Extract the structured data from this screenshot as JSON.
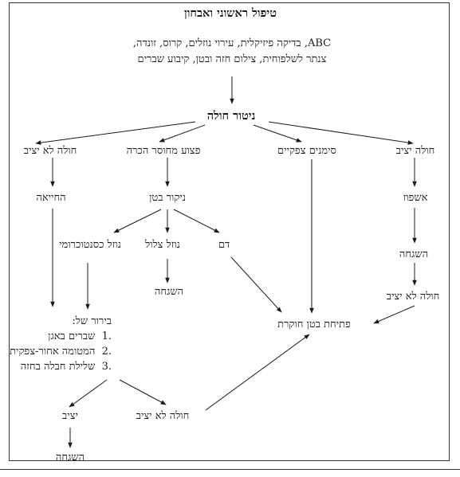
{
  "diagram": {
    "title": "טיפול ראשוני ואבחון",
    "intro_line1": "ABC, בדיקה פיזיקלית, עירוי נוזלים, קרוס, זונדה,",
    "intro_line2": "צנתר לשלפוחית, צילום חזה ובטן, קיבוע שברים",
    "monitoring": "ניטור חולה",
    "branch_unstable": "חולה לא יציב",
    "branch_blunt": "פצוע מחוסר הכרה",
    "branch_peritoneal": "סימנים צפקיים",
    "branch_stable": "חולה יציב",
    "resuscitation": "החייאה",
    "lavage": "ניקור בטן",
    "admission": "אשפוז",
    "observation_stable": "השגחה",
    "unstable_after_obs": "חולה לא יציב",
    "lavage_serosanguinous": "נוזל כסנטוכרומי",
    "lavage_clear": "נוזל צלול",
    "lavage_blood": "דם",
    "observation_clear": "השגחה",
    "workup_title": "בירור של:",
    "workup_items": [
      {
        "num": "1.",
        "text": "שברים באגן"
      },
      {
        "num": "2.",
        "text": "המטומה אחור-צפקית"
      },
      {
        "num": "3.",
        "text": "שלילת חבלה בחזה"
      }
    ],
    "exploratory_laparotomy": "פתיחת בטן חוקרת",
    "final_unstable": "חולה לא יציב",
    "final_stable": "יציב",
    "final_observation": "השגחה"
  }
}
